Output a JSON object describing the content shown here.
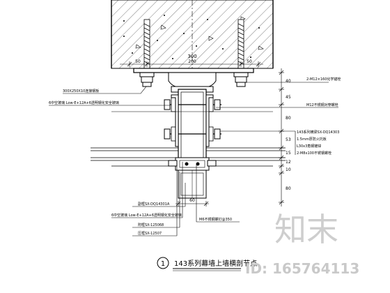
{
  "top_dims": {
    "left": "50",
    "middle": "200",
    "right": "50",
    "overall": "300"
  },
  "left_labels": {
    "plate": "300X250X10连接钢板",
    "glass_top": "6中空玻璃 Low-E+12A+6透明钢化安全玻璃"
  },
  "right_labels": {
    "anchor_bolt": "2-M12×160化学锚栓",
    "bolt_nut": "M12不锈钢对穿螺栓",
    "stack": [
      "143系列横梁SX-DQ14303",
      "1.5mm厚防火托板",
      "L30x3角钢镀锌",
      "2-M8x100不锈钢螺栓"
    ]
  },
  "right_dims": [
    "40",
    "45",
    "80",
    "53",
    "15",
    "12",
    "10",
    "80"
  ],
  "lower_labels": [
    "副框SX-DQ14301A",
    "6中空玻璃 Low-E+12A+6透明钢化安全玻璃",
    "附框SX-125068",
    "压框SX-12507"
  ],
  "lower_right_label": "M6不锈钢螺钉@350",
  "bottom_dim": "60",
  "title": {
    "number": "1",
    "text": "143系列幕墙上墙横剖节点"
  },
  "watermark": {
    "brand": "知末",
    "id": "ID: 165764113"
  }
}
